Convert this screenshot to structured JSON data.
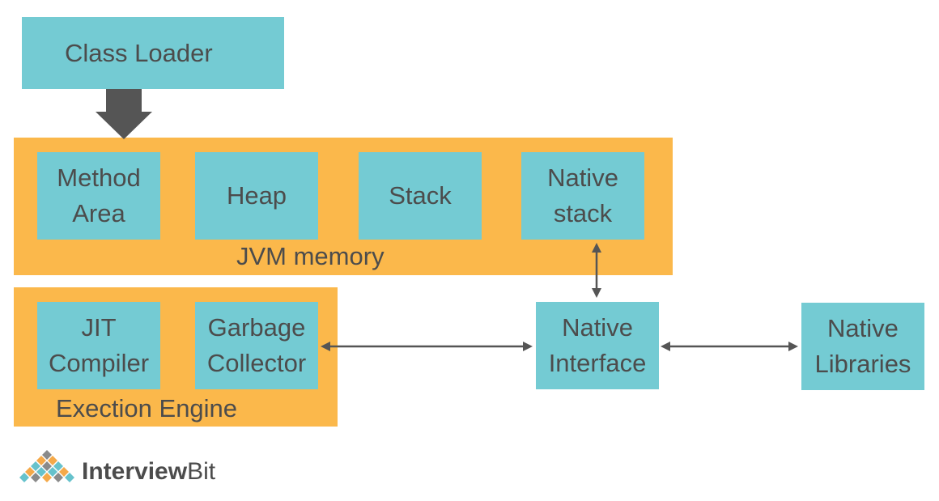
{
  "colors": {
    "teal": "#74cbd3",
    "orange": "#fbb84b",
    "arrow": "#555555",
    "text": "#4c4c4c"
  },
  "class_loader": {
    "label": "Class Loader"
  },
  "jvm_memory": {
    "label": "JVM memory",
    "areas": {
      "method_area": "Method\nArea",
      "heap": "Heap",
      "stack": "Stack",
      "native_stack": "Native\nstack"
    }
  },
  "execution_engine": {
    "label": "Exection Engine",
    "parts": {
      "jit_compiler": "JIT\nCompiler",
      "garbage_collector": "Garbage\nCollector"
    }
  },
  "native_interface": {
    "label": "Native\nInterface"
  },
  "native_libraries": {
    "label": "Native\nLibraries"
  },
  "logo": {
    "icon": "diamond-grid-logo-icon",
    "brand_part1": "Interview",
    "brand_part2": "Bit"
  }
}
